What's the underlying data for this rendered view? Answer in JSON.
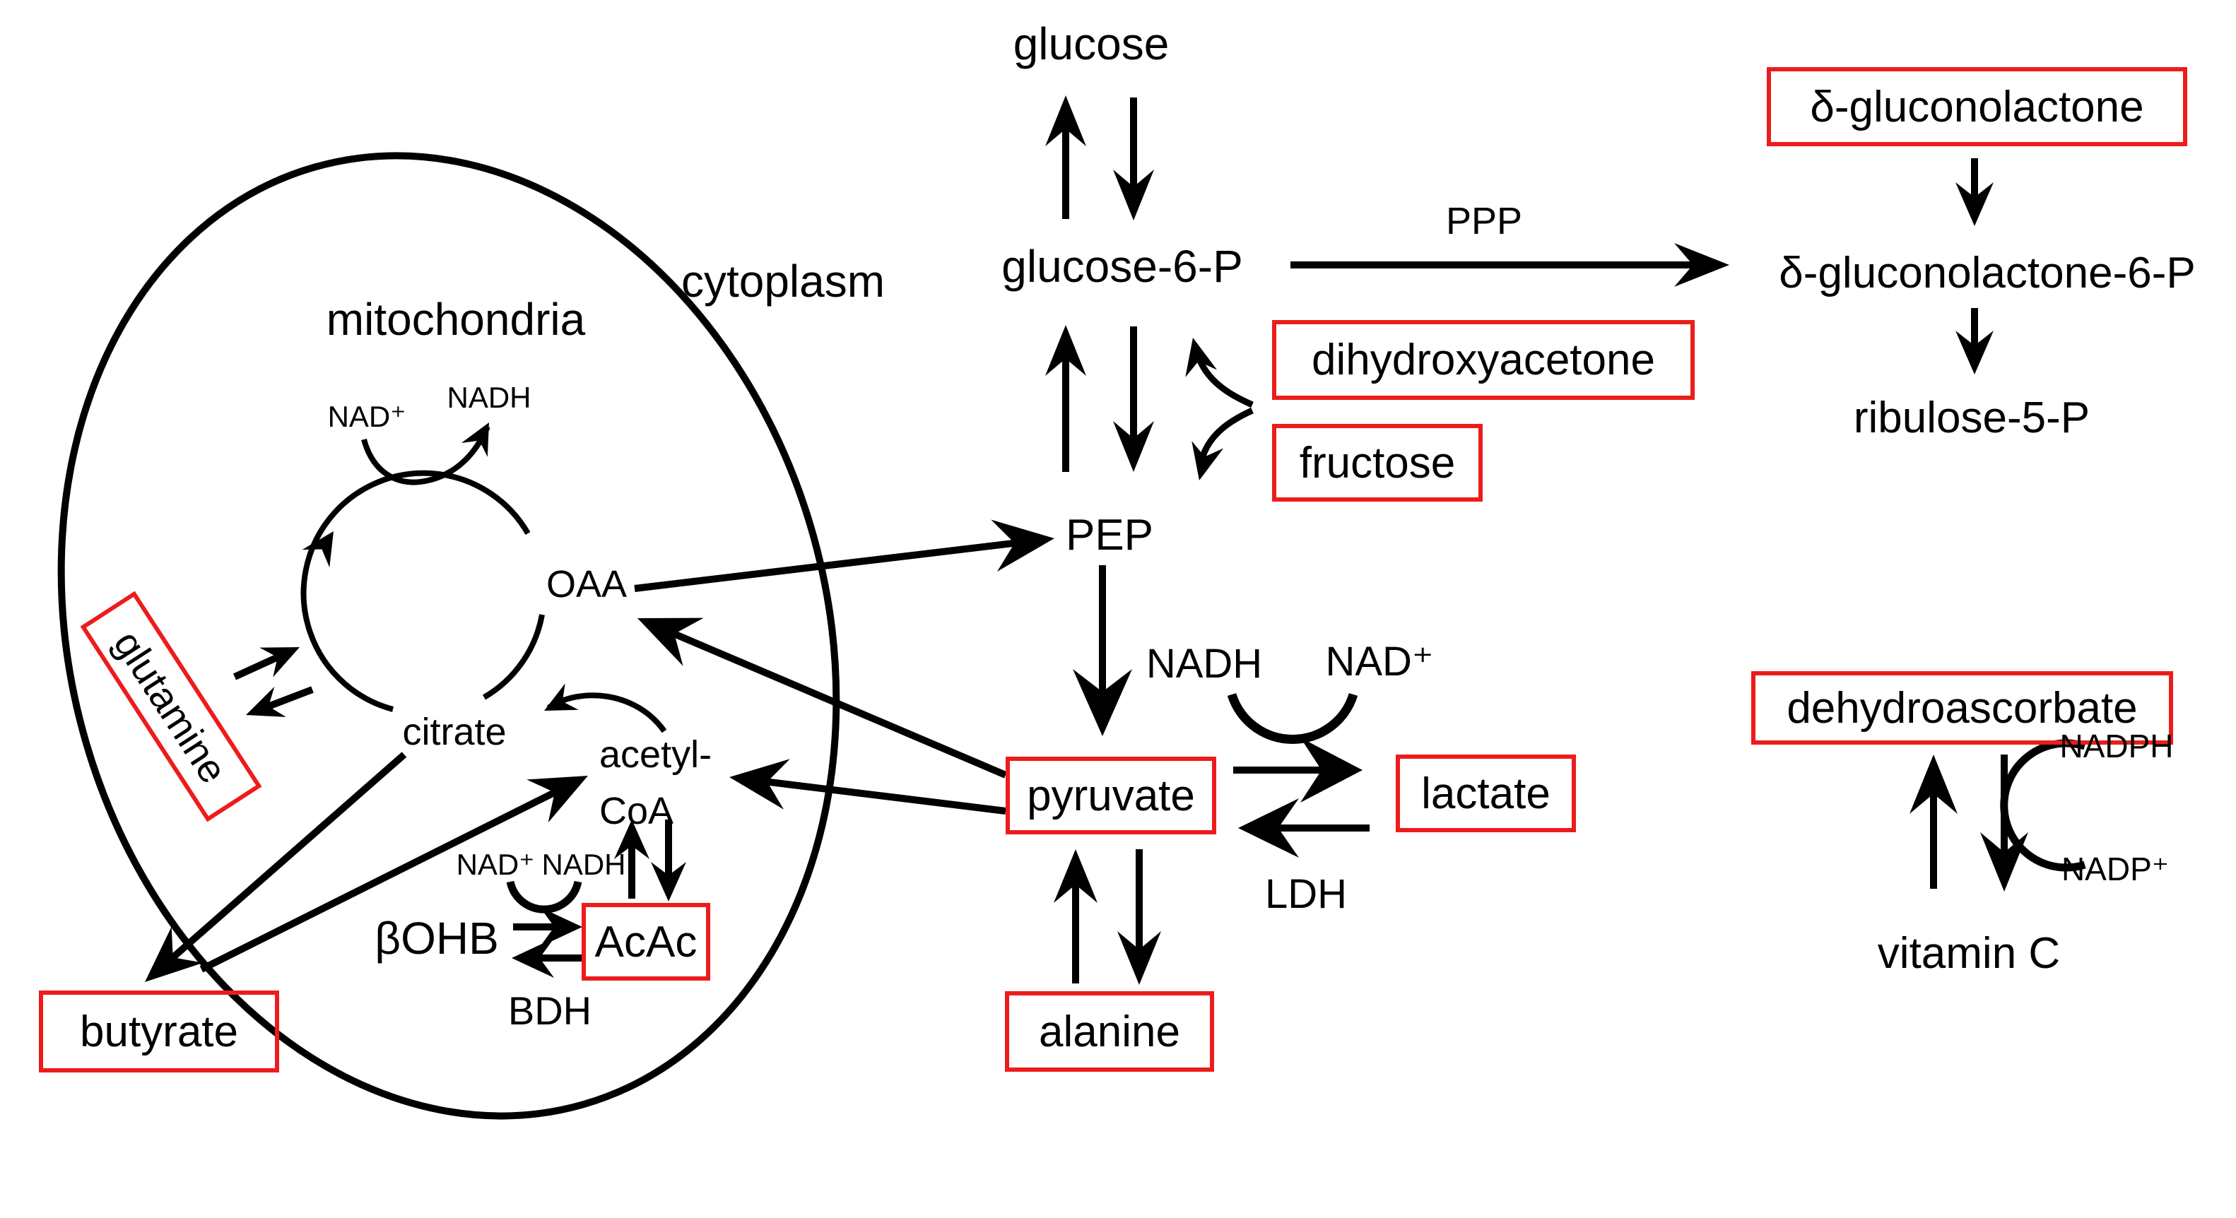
{
  "colors": {
    "background": "#ffffff",
    "ink": "#000000",
    "box_red": "#ed1c1c"
  },
  "compartments": {
    "cytoplasm": "cytoplasm",
    "mitochondria": "mitochondria"
  },
  "glycolysis": {
    "glucose": "glucose",
    "glucose6p": "glucose-6-P",
    "pep": "PEP",
    "pyruvate": "pyruvate",
    "lactate": "lactate",
    "alanine": "alanine",
    "ldh": "LDH",
    "nadh": "NADH",
    "nad": "NAD⁺"
  },
  "ppp": {
    "label": "PPP",
    "gluconolactone": "δ-gluconolactone",
    "gluconolactone6p": "δ-gluconolactone-6-P",
    "ribulose5p": "ribulose-5-P"
  },
  "sugars": {
    "dihydroxyacetone": "dihydroxyacetone",
    "fructose": "fructose"
  },
  "tca": {
    "oaa": "OAA",
    "citrate": "citrate",
    "acetyl_line1": "acetyl-",
    "acetyl_line2": "CoA",
    "nad": "NAD⁺",
    "nadh": "NADH"
  },
  "anaplerosis": {
    "glutamine": "glutamine",
    "butyrate": "butyrate"
  },
  "ketones": {
    "bohb": "βOHB",
    "acac": "AcAc",
    "bdh": "BDH",
    "nad": "NAD⁺",
    "nadh": "NADH"
  },
  "ascorbate": {
    "dehydroascorbate": "dehydroascorbate",
    "vitaminc": "vitamin C",
    "nadph": "NADPH",
    "nadp": "NADP⁺"
  }
}
